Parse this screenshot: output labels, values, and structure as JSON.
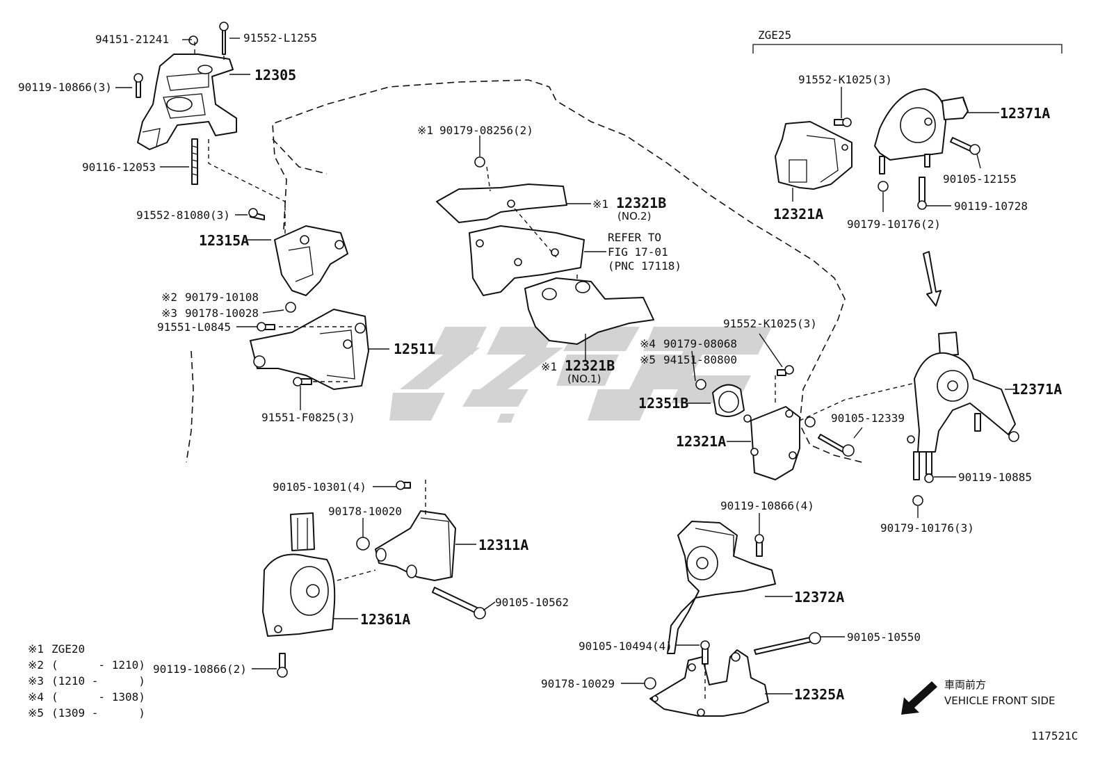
{
  "header": {
    "variant_label": "ZGE25"
  },
  "figure_number": "117521C",
  "notes": [
    {
      "mark": "※1",
      "text": "ZGE20"
    },
    {
      "mark": "※2",
      "text": "(      - 1210)"
    },
    {
      "mark": "※3",
      "text": "(1210 -      )"
    },
    {
      "mark": "※4",
      "text": "(      - 1308)"
    },
    {
      "mark": "※5",
      "text": "(1309 -      )"
    }
  ],
  "refer": {
    "line1": "REFER TO",
    "line2": "FIG 17-01",
    "line3": "(PNC 17118)"
  },
  "direction": {
    "label_jp": "車両前方",
    "label_en": "VEHICLE FRONT SIDE"
  },
  "parts": {
    "p94151_21241": "94151-21241",
    "p91552_L1255": "91552-L1255",
    "p12305": "12305",
    "p90119_10866_3": "90119-10866(3)",
    "p90116_12053": "90116-12053",
    "p91552_81080": "91552-81080(3)",
    "p12315A": "12315A",
    "p90179_10108": "90179-10108",
    "m2": "※2",
    "p90178_10028": "90178-10028",
    "m3": "※3",
    "p91551_L0845": "91551-L0845",
    "p12511": "12511",
    "p91551_F0825": "91551-F0825(3)",
    "p90179_08256": "90179-08256(2)",
    "m1a": "※1",
    "p12321B_no2": "12321B",
    "no2": "(NO.2)",
    "m1b": "※1",
    "p12321B_no1": "12321B",
    "no1": "(NO.1)",
    "m1c": "※1",
    "p90179_08068": "90179-08068",
    "m4": "※4",
    "p94151_80800": "94151-80800",
    "m5": "※5",
    "p91552_K1025_b": "91552-K1025(3)",
    "p12351B": "12351B",
    "p12321A_b": "12321A",
    "p90105_12339": "90105-12339",
    "p12371A_b": "12371A",
    "p90119_10885": "90119-10885",
    "p90179_10176_3": "90179-10176(3)",
    "p91552_K1025_a": "91552-K1025(3)",
    "p12371A_a": "12371A",
    "p90105_12155": "90105-12155",
    "p12321A_a": "12321A",
    "p90119_10728": "90119-10728",
    "p90179_10176_2": "90179-10176(2)",
    "p90105_10301": "90105-10301(4)",
    "p90178_10020": "90178-10020",
    "p12311A": "12311A",
    "p90105_10562": "90105-10562",
    "p12361A": "12361A",
    "p90119_10866_2": "90119-10866(2)",
    "p90119_10866_4": "90119-10866(4)",
    "p12372A": "12372A",
    "p90105_10550": "90105-10550",
    "p90105_10494": "90105-10494(4)",
    "p90178_10029": "90178-10029",
    "p12325A": "12325A"
  }
}
